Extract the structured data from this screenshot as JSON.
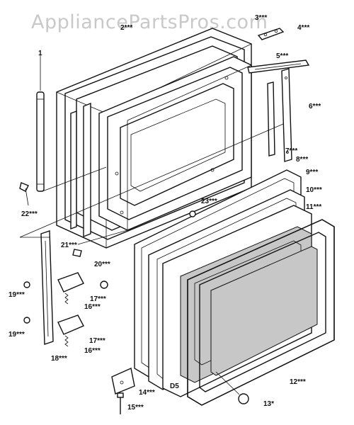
{
  "watermark": "AppliancePartsPros.com",
  "code": "D5",
  "labels": {
    "l1": "1",
    "l2": "2***",
    "l3": "3***",
    "l4": "4***",
    "l5": "5***",
    "l6": "6***",
    "l7": "7***",
    "l8": "8***",
    "l9": "9***",
    "l10": "10***",
    "l11": "11***",
    "l12": "12***",
    "l13": "13*",
    "l14": "14***",
    "l15": "15***",
    "l16a": "16***",
    "l16b": "16***",
    "l17a": "17***",
    "l17b": "17***",
    "l18": "18***",
    "l19a": "19***",
    "l19b": "19***",
    "l20": "20***",
    "l21": "21***",
    "l22": "22***",
    "l23": "23***"
  }
}
